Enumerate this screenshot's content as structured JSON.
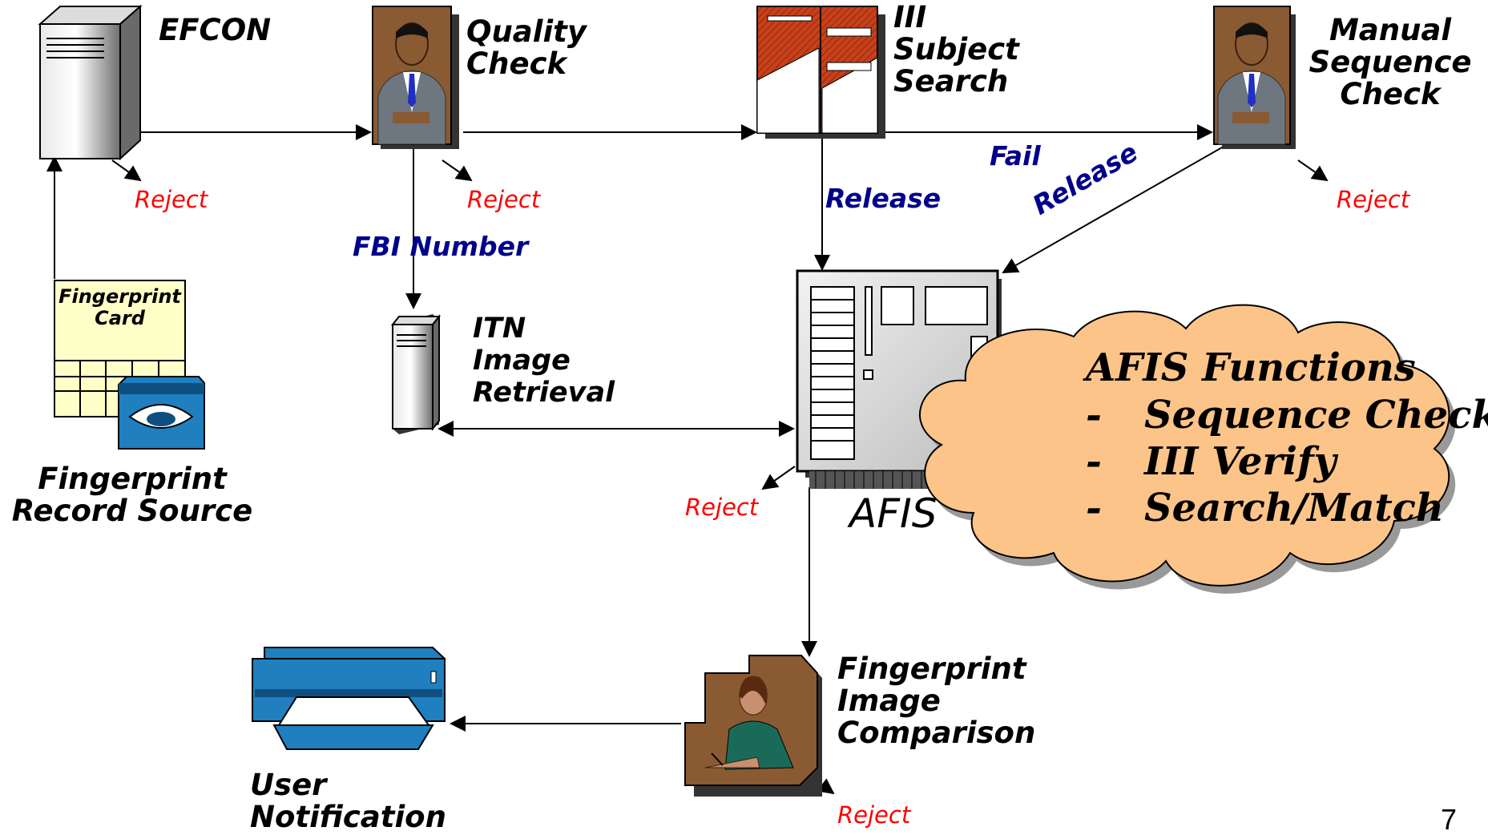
{
  "nodes": {
    "efcon": "EFCON",
    "quality_check": [
      "Quality",
      "Check"
    ],
    "iii_subject_search": [
      "III",
      "Subject",
      "Search"
    ],
    "manual_sequence_check": [
      "Manual",
      "Sequence",
      "Check"
    ],
    "fingerprint_card": [
      "Fingerprint",
      "Card"
    ],
    "fingerprint_record_source": [
      "Fingerprint",
      "Record Source"
    ],
    "itn_image_retrieval": [
      "ITN",
      "Image",
      "Retrieval"
    ],
    "afis": "AFIS",
    "fingerprint_image_comparison": [
      "Fingerprint",
      "Image",
      "Comparison"
    ],
    "user_notification": [
      "User",
      "Notification"
    ]
  },
  "edge_labels": {
    "reject": "Reject",
    "fbi_number": "FBI Number",
    "release": "Release",
    "fail": "Fail"
  },
  "cloud": {
    "title": "AFIS Functions",
    "bullet": "-",
    "items": [
      "Sequence Check",
      "III Verify",
      "Search/Match"
    ]
  },
  "page_number": "7",
  "colors": {
    "reject": "#ff0000",
    "edge_label": "#00008b",
    "cloud_fill": "#fcc488",
    "icon_blue": "#1f7fbf",
    "server_red": "#c8401a"
  }
}
